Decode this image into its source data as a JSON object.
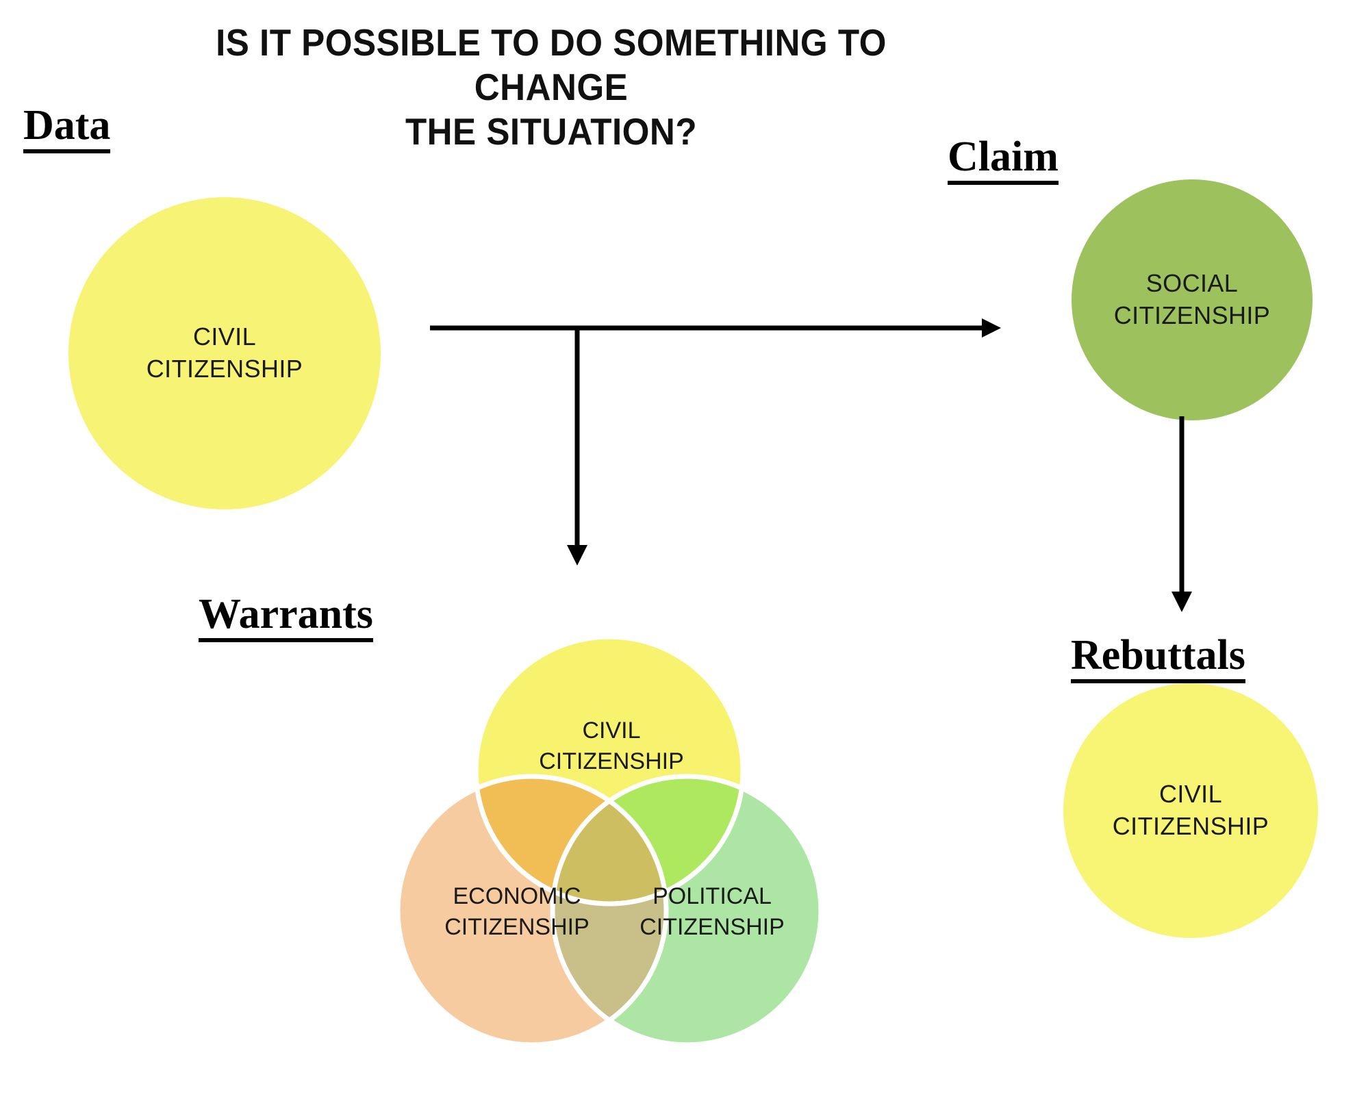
{
  "title": {
    "line1": "IS IT POSSIBLE TO DO SOMETHING TO CHANGE",
    "line2": "THE SITUATION?"
  },
  "labels": {
    "data": "Data",
    "claim": "Claim",
    "warrants": "Warrants",
    "rebuttals": "Rebuttals"
  },
  "nodes": {
    "data_circle": {
      "text": "CIVIL\nCITIZENSHIP",
      "color": "#F7F375"
    },
    "claim_circle": {
      "text": "SOCIAL\nCITIZENSHIP",
      "color": "#9DC25D"
    },
    "rebuttal_circle": {
      "text": "CIVIL\nCITIZENSHIP",
      "color": "#F8F575"
    }
  },
  "venn": {
    "title": "Warrants",
    "circles": [
      {
        "id": "civil",
        "line1": "CIVIL",
        "line2": "CITIZENSHIP",
        "color": "#F8F36E",
        "position": "top"
      },
      {
        "id": "economic",
        "line1": "ECONOMIC",
        "line2": "CITIZENSHIP",
        "color": "#F7CBA0",
        "position": "bottom-left"
      },
      {
        "id": "political",
        "line1": "POLITICAL",
        "line2": "CITIZENSHIP",
        "color": "#ADE5A4",
        "position": "bottom-right"
      }
    ],
    "overlaps": {
      "civil_economic": "#F0BE55",
      "civil_political": "#ADE85E",
      "economic_political": "#C9C089",
      "all_three": "#CEBE62"
    },
    "stroke": "#FFFFFF"
  },
  "arrows": [
    {
      "id": "data-to-claim",
      "direction": "right",
      "from": "data_circle",
      "to": "claim_circle"
    },
    {
      "id": "data-to-warrants",
      "direction": "down",
      "from": "data-to-claim",
      "to": "venn"
    },
    {
      "id": "claim-to-rebuttals",
      "direction": "down",
      "from": "claim_circle",
      "to": "rebuttal_circle"
    }
  ],
  "colors": {
    "background": "#FFFFFF",
    "line": "#000000",
    "text": "#1A1A1A"
  }
}
